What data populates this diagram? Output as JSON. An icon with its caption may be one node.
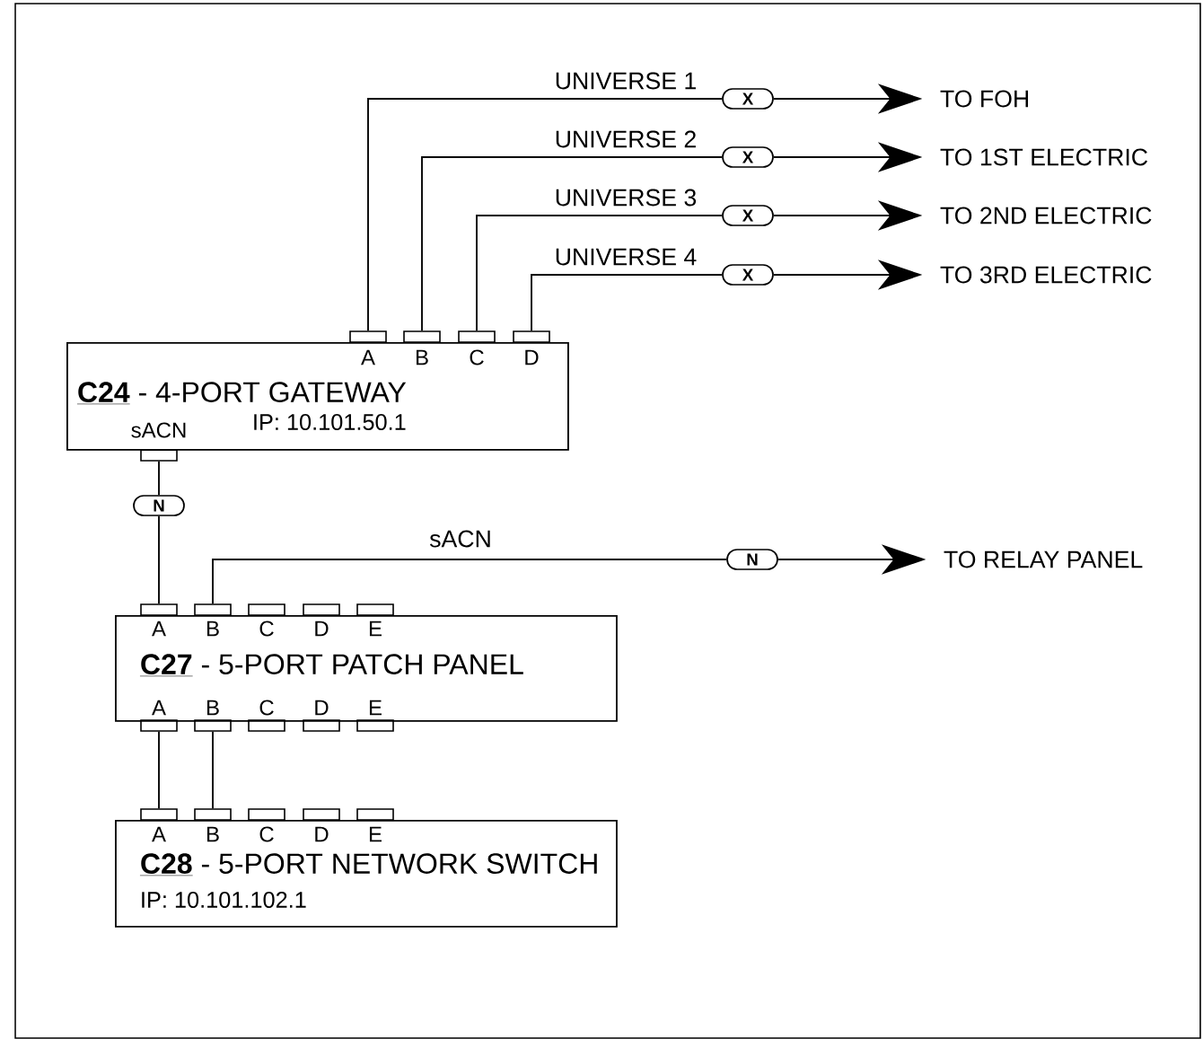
{
  "diagram": {
    "nodes": [
      {
        "text": [
          "C24",
          "- 4-PORT GATEWAY",
          "IP: 10.101.50.1"
        ]
      },
      {
        "text": [
          "A"
        ]
      },
      {
        "text": [
          "B"
        ]
      },
      {
        "text": [
          "C"
        ]
      },
      {
        "text": [
          "D"
        ]
      },
      {
        "text": [
          "sACN"
        ]
      },
      {
        "text": [
          "C27",
          "- 5-PORT PATCH PANEL"
        ]
      },
      {
        "text": [
          "A"
        ]
      },
      {
        "text": [
          "B"
        ]
      },
      {
        "text": [
          "C"
        ]
      },
      {
        "text": [
          "D"
        ]
      },
      {
        "text": [
          "E"
        ]
      },
      {
        "text": [
          "A"
        ]
      },
      {
        "text": [
          "B"
        ]
      },
      {
        "text": [
          "C"
        ]
      },
      {
        "text": [
          "D"
        ]
      },
      {
        "text": [
          "E"
        ]
      },
      {
        "text": [
          "C28",
          "- 5-PORT NETWORK SWITCH",
          "IP: 10.101.102.1"
        ]
      },
      {
        "text": [
          "A"
        ]
      },
      {
        "text": [
          "B"
        ]
      },
      {
        "text": [
          "C"
        ]
      },
      {
        "text": [
          "D"
        ]
      },
      {
        "text": [
          "E"
        ]
      },
      {
        "text": [
          "X"
        ]
      },
      {
        "text": [
          "X"
        ]
      },
      {
        "text": [
          "X"
        ]
      },
      {
        "text": [
          "X"
        ]
      },
      {
        "text": [
          "TO FOH"
        ]
      },
      {
        "text": [
          "TO 1ST ELECTRIC"
        ]
      },
      {
        "text": [
          "TO 2ND ELECTRIC"
        ]
      },
      {
        "text": [
          "TO 3RD ELECTRIC"
        ]
      },
      {
        "text": [
          "N"
        ]
      },
      {
        "text": [
          "N"
        ]
      },
      {
        "text": [
          "TO RELAY PANEL"
        ]
      }
    ],
    "edges": [
      {
        "from": 1,
        "to": 23,
        "arrow": "none",
        "label": "UNIVERSE 1"
      },
      {
        "from": 23,
        "to": 27,
        "arrow": "to"
      },
      {
        "from": 2,
        "to": 24,
        "arrow": "none",
        "label": "UNIVERSE 2"
      },
      {
        "from": 24,
        "to": 28,
        "arrow": "to"
      },
      {
        "from": 3,
        "to": 25,
        "arrow": "none",
        "label": "UNIVERSE 3"
      },
      {
        "from": 25,
        "to": 29,
        "arrow": "to"
      },
      {
        "from": 4,
        "to": 26,
        "arrow": "none",
        "label": "UNIVERSE 4"
      },
      {
        "from": 26,
        "to": 30,
        "arrow": "to"
      },
      {
        "from": 5,
        "to": 31,
        "arrow": "none"
      },
      {
        "from": 31,
        "to": 7,
        "arrow": "none"
      },
      {
        "from": 8,
        "to": 32,
        "arrow": "none",
        "label": "sACN"
      },
      {
        "from": 32,
        "to": 33,
        "arrow": "to"
      },
      {
        "from": 12,
        "to": 18,
        "arrow": "none"
      },
      {
        "from": 13,
        "to": 19,
        "arrow": "none"
      }
    ]
  }
}
